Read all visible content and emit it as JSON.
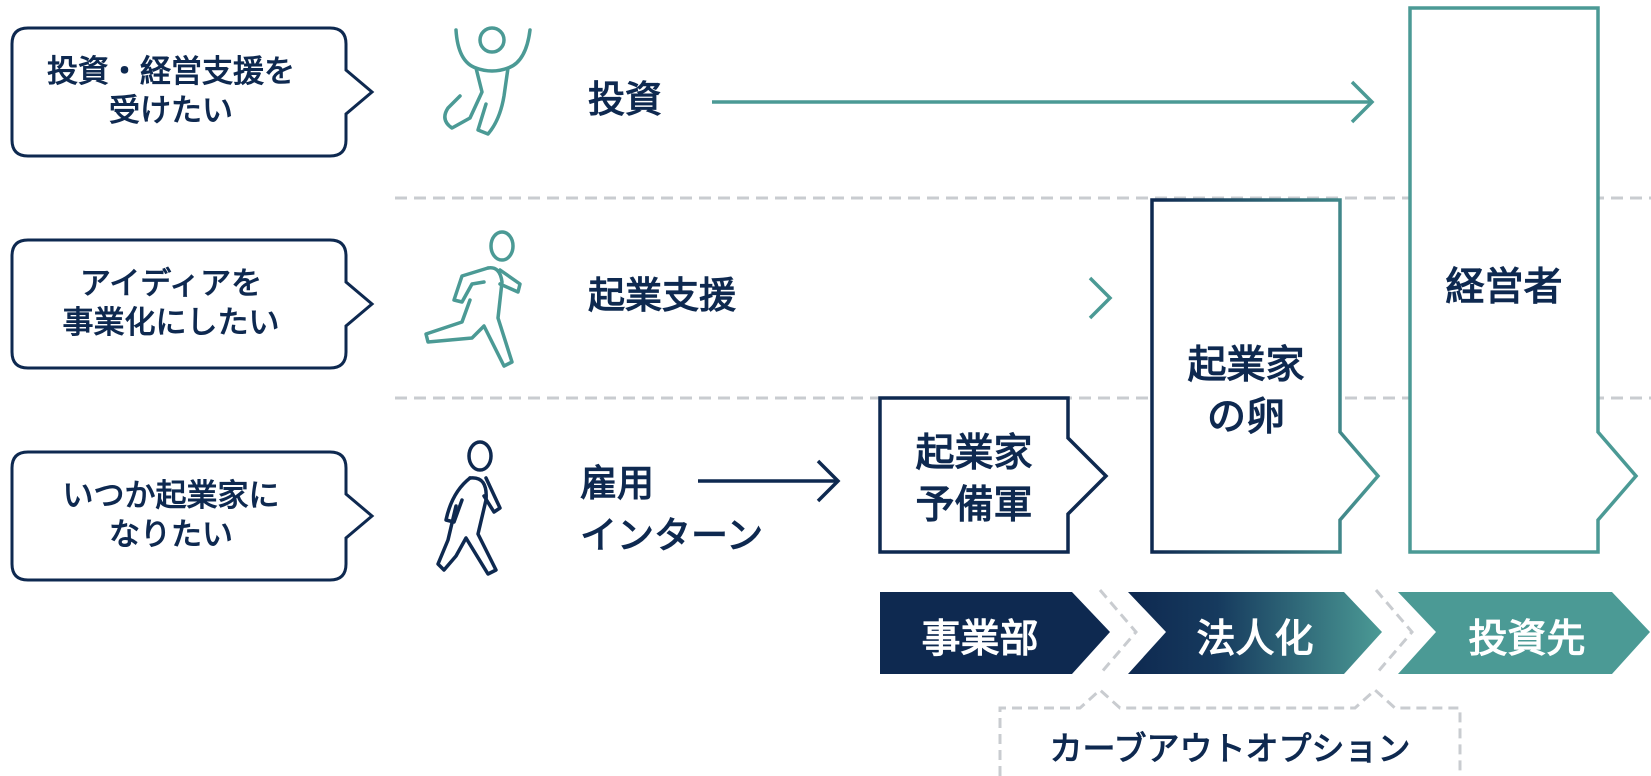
{
  "rows": [
    {
      "speech": [
        "投資・経営支援を",
        "受けたい"
      ],
      "path_label": [
        "投資"
      ],
      "icon": "jumping-person-icon"
    },
    {
      "speech": [
        "アイディアを",
        "事業化にしたい"
      ],
      "path_label": [
        "起業支援"
      ],
      "icon": "running-person-icon"
    },
    {
      "speech": [
        "いつか起業家に",
        "なりたい"
      ],
      "path_label": [
        "雇用",
        "インターン"
      ],
      "icon": "walking-person-icon"
    }
  ],
  "columns": {
    "reserve": [
      "起業家",
      "予備軍"
    ],
    "egg": [
      "起業家",
      "の卵"
    ],
    "manager": [
      "経営者"
    ]
  },
  "stages": [
    "事業部",
    "法人化",
    "投資先"
  ],
  "carve_out_label": "カーブアウトオプション",
  "colors": {
    "navy": "#0e2950",
    "teal": "#4b9a95",
    "dash": "#c9ccd0"
  }
}
